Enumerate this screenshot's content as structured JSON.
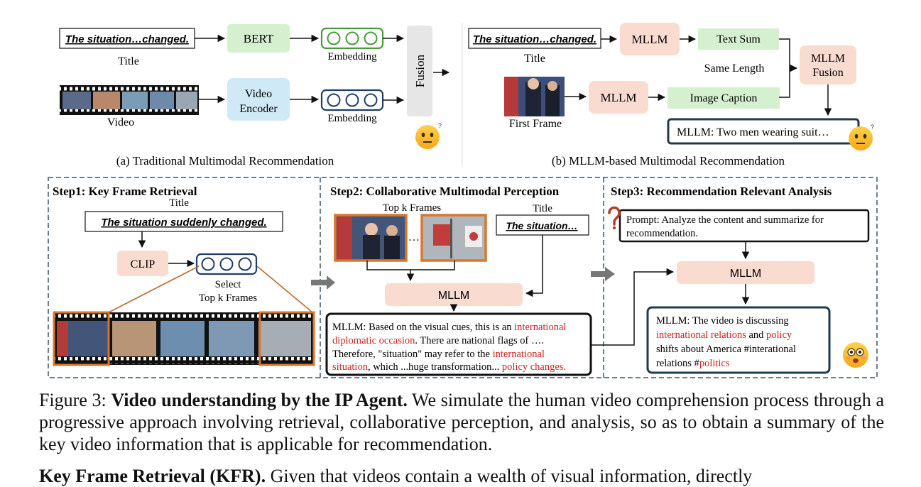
{
  "panel_a": {
    "title_text": "The situation…changed.",
    "title_label": "Title",
    "bert": "BERT",
    "video_encoder_line1": "Video",
    "video_encoder_line2": "Encoder",
    "embedding_top": "Embedding",
    "embedding_bottom": "Embedding",
    "video_label": "Video",
    "fusion": "Fusion",
    "caption": "(a) Traditional Multimodal Recommendation"
  },
  "panel_b": {
    "title_text": "The situation…changed.",
    "title_label": "Title",
    "mllm_top": "MLLM",
    "text_sum": "Text Sum",
    "same_length": "Same Length",
    "first_frame": "First Frame",
    "mllm_bottom": "MLLM",
    "image_caption": "Image Caption",
    "mllm_fusion_line1": "MLLM",
    "mllm_fusion_line2": "Fusion",
    "output": "MLLM: Two men wearing suit…",
    "caption": "(b) MLLM-based Multimodal Recommendation"
  },
  "step1": {
    "heading": "Step1: Key Frame Retrieval",
    "title_label": "Title",
    "title_text": "The situation suddenly changed.",
    "clip": "CLIP",
    "select_line1": "Select",
    "select_line2": "Top k Frames"
  },
  "step2": {
    "heading": "Step2: Collaborative Multimodal Perception",
    "top_k": "Top k Frames",
    "ellipsis": "…",
    "title_label": "Title",
    "title_text": "The situation…",
    "mllm": "MLLM",
    "out_l1_a": "MLLM: Based on the visual cues, this is an ",
    "out_l1_b": "international",
    "out_l2_a": "diplomatic occasion",
    "out_l2_b": ". There are national flags of ….",
    "out_l3_a": "Therefore, \"situation\" may refer to the ",
    "out_l3_b": "international",
    "out_l4_a": "situation",
    "out_l4_b": ", which ...huge transformation... ",
    "out_l4_c": "policy changes."
  },
  "step3": {
    "heading": "Step3: Recommendation Relevant Analysis",
    "prompt_l1": "Prompt: Analyze the content and summarize for",
    "prompt_l2": "recommendation.",
    "mllm": "MLLM",
    "out_l1": "MLLM: The video is discussing",
    "out_l2_a": "international relations",
    "out_l2_b": " and ",
    "out_l2_c": "policy",
    "out_l3": "shifts about America #interational",
    "out_l4_a": "relations #",
    "out_l4_b": "politics"
  },
  "caption": {
    "prefix": "Figure 3: ",
    "bold": "Video understanding by the IP Agent.",
    "rest": " We simulate the human video comprehension process through a progressive approach involving retrieval, collaborative perception, and analysis, so as to obtain a summary of the key video information that is applicable for recommendation."
  },
  "next_paragraph": {
    "bold": "Key Frame Retrieval (KFR).",
    "rest": " Given that videos contain a wealth of visual information, directly"
  },
  "colors": {
    "green_box": "#d5f0cf",
    "blue_box": "#cfe9f6",
    "peach_box": "#f9dccf",
    "gray_box": "#e6e6e6",
    "frame_border": "#d6782e",
    "dashed_border": "#3d5566",
    "highlight_red": "#d42020"
  },
  "icons": [
    "neutral-face-icon",
    "smiling-face-icon",
    "question-hook-icon",
    "film-strip-icon"
  ]
}
